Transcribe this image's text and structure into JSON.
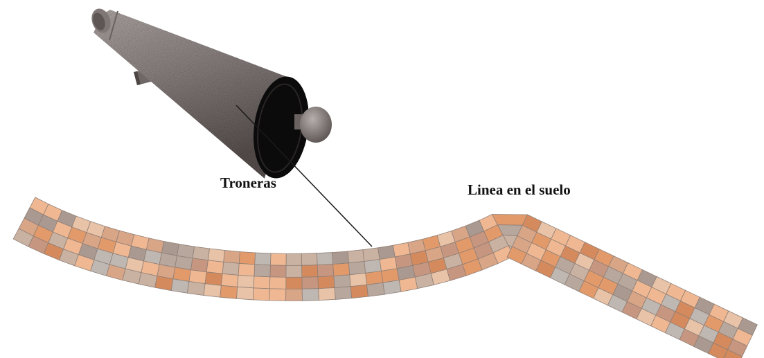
{
  "labels": {
    "troneras": "Troneras",
    "linea": "Linea en el suelo"
  },
  "colors": {
    "background": "#ffffff",
    "cannon_body": "#8a8280",
    "cannon_shadow": "#5c5452",
    "cannon_muzzle": "#0b0b0b",
    "leader_line": "#1a1a1a",
    "tile_palette": [
      "#e39a6a",
      "#d9a587",
      "#c9b2a2",
      "#b7a79d",
      "#f0b892",
      "#a99990",
      "#e8c3a8",
      "#d48a5c",
      "#c79680",
      "#bfb8b2"
    ]
  },
  "icons": {
    "cannon": "cannon-illustration",
    "floor": "tiled-floor-line"
  }
}
